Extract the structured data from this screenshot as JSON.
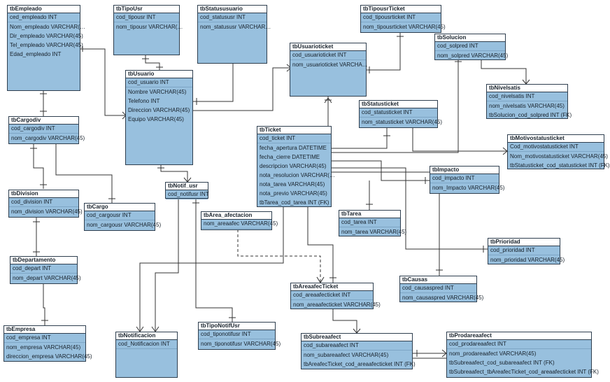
{
  "tables": [
    {
      "id": "tbEmpleado",
      "name": "tbEmpleado",
      "columns": [
        "ced_empleado INT",
        "Nom_empleado VARCHAR(…",
        "Dir_empleado VARCHAR(45)",
        "Tel_empleado VARCHAR(45)",
        "Edad_empleado INT"
      ]
    },
    {
      "id": "tbTipoUsr",
      "name": "tbTipoUsr",
      "columns": [
        "cod_tipousr INT",
        "nom_tipousr VARCHAR(…"
      ]
    },
    {
      "id": "tbStatususuario",
      "name": "tbStatususuario",
      "columns": [
        "cod_statususr INT",
        "nom_statususr VARCHAR…"
      ]
    },
    {
      "id": "tbTipousrTicket",
      "name": "tbTipousrTicket",
      "columns": [
        "cod_tipousrticket INT",
        "nom_tipousrticket VARCHAR(45)"
      ]
    },
    {
      "id": "tbSolucion",
      "name": "tbSolucion",
      "columns": [
        "cod_solpred INT",
        "nom_solpred VARCHAR(45)"
      ]
    },
    {
      "id": "tbUsuarioticket",
      "name": "tbUsuarioticket",
      "columns": [
        "cod_usuarioticket INT",
        "nom_usuarioticket VARCHA…"
      ]
    },
    {
      "id": "tbUsuario",
      "name": "tbUsuario",
      "columns": [
        "cod_usuario INT",
        "Nombre VARCHAR(45)",
        "Telefono INT",
        "Direccion VARCHAR(45)",
        "Equipo VARCHAR(45)"
      ]
    },
    {
      "id": "tbNivelsatis",
      "name": "tbNivelsatis",
      "columns": [
        "cod_nivelsatis INT",
        "nom_nivelsatis VARCHAR(45)",
        "tbSolucion_cod_solpred INT (FK)"
      ]
    },
    {
      "id": "tbCargodiv",
      "name": "tbCargodiv",
      "columns": [
        "cod_cargodiv INT",
        "nom_cargodiv VARCHAR(45)"
      ]
    },
    {
      "id": "tbStatusticket",
      "name": "tbStatusticket",
      "columns": [
        "cod_statusticket INT",
        "nom_statusticket VARCHAR(45)"
      ]
    },
    {
      "id": "tbTicket",
      "name": "tbTicket",
      "columns": [
        "cod_ticket INT",
        "fecha_apertura DATETIME",
        "fecha_cierre DATETIME",
        "descripcion VARCHAR(45)",
        "nota_resolucion VARCHAR(…",
        "nota_tarea VARCHAR(45)",
        "nota_previo VARCHAR(45)",
        "tbTarea_cod_tarea INT (FK)"
      ]
    },
    {
      "id": "tbMotivostatusticket",
      "name": "tbMotivostatusticket",
      "columns": [
        "Cod_motivostatusticket INT",
        "Nom_motivostatusticket VARCHAR(45)",
        "tbStatusticket_cod_statusticket INT (FK)"
      ]
    },
    {
      "id": "tbImpacto",
      "name": "tbImpacto",
      "columns": [
        "cod_impacto INT",
        "nom_Impacto VARCHAR(45)"
      ]
    },
    {
      "id": "tbNotif_usr",
      "name": "tbNotif_usr",
      "columns": [
        "cod_notifusr INT"
      ]
    },
    {
      "id": "tbDivision",
      "name": "tbDivision",
      "columns": [
        "cod_division INT",
        "nom_division VARCHAR(45)"
      ]
    },
    {
      "id": "tbCargo",
      "name": "tbCargo",
      "columns": [
        "cod_cargousr INT",
        "nom_cargousr VARCHAR(45)"
      ]
    },
    {
      "id": "tbArea_afectacion",
      "name": "tbArea_afectacion",
      "columns": [
        "nom_areaafec VARCHAR(45)"
      ]
    },
    {
      "id": "tbTarea",
      "name": "tbTarea",
      "columns": [
        "cod_tarea INT",
        "nom_tarea VARCHAR(45)"
      ]
    },
    {
      "id": "tbPrioridad",
      "name": "tbPrioridad",
      "columns": [
        "cod_prioridad INT",
        "nom_prioridad VARCHAR(45)"
      ]
    },
    {
      "id": "tbDepartamento",
      "name": "tbDepartamento",
      "columns": [
        "cod_depart INT",
        "nom_depart VARCHAR(45)"
      ]
    },
    {
      "id": "tbCausas",
      "name": "tbCausas",
      "columns": [
        "cod_causaspred INT",
        "nom_causaspred VARCHAR(45)"
      ]
    },
    {
      "id": "tbAreaafecTicket",
      "name": "tbAreaafecTicket",
      "columns": [
        "cod_areaafecticket INT",
        "nom_areaafecticket VARCHAR(45)"
      ]
    },
    {
      "id": "tbEmpresa",
      "name": "tbEmpresa",
      "columns": [
        "cod_empresa INT",
        "nom_empresa VARCHAR(45)",
        "direccion_empresa VARCHAR(45)"
      ]
    },
    {
      "id": "tbNotificacion",
      "name": "tbNotificacion",
      "columns": [
        "cod_Notificacion INT"
      ]
    },
    {
      "id": "tbTipoNotifUsr",
      "name": "tbTipoNotifUsr",
      "columns": [
        "cod_tiponotifusr INT",
        "nom_tiponotifusr VARCHAR(45)"
      ]
    },
    {
      "id": "tbSubreaafect",
      "name": "tbSubreaafect",
      "columns": [
        "cod_subareaafect INT",
        "nom_subareaafect VARCHAR(45)",
        "tbAreafecTicket_cod_areaafecticket INT (FK)"
      ]
    },
    {
      "id": "tbProdareaafect",
      "name": "tbProdareaafect",
      "columns": [
        "cod_prodareaafect INT",
        "nom_prodareaafect VARCHAR(45)",
        "tbSubreaafect_cod_subareaafect INT (FK)",
        "tbSubreaafect_tbAreafecTicket_cod_areaafecticket INT (FK)"
      ]
    }
  ]
}
